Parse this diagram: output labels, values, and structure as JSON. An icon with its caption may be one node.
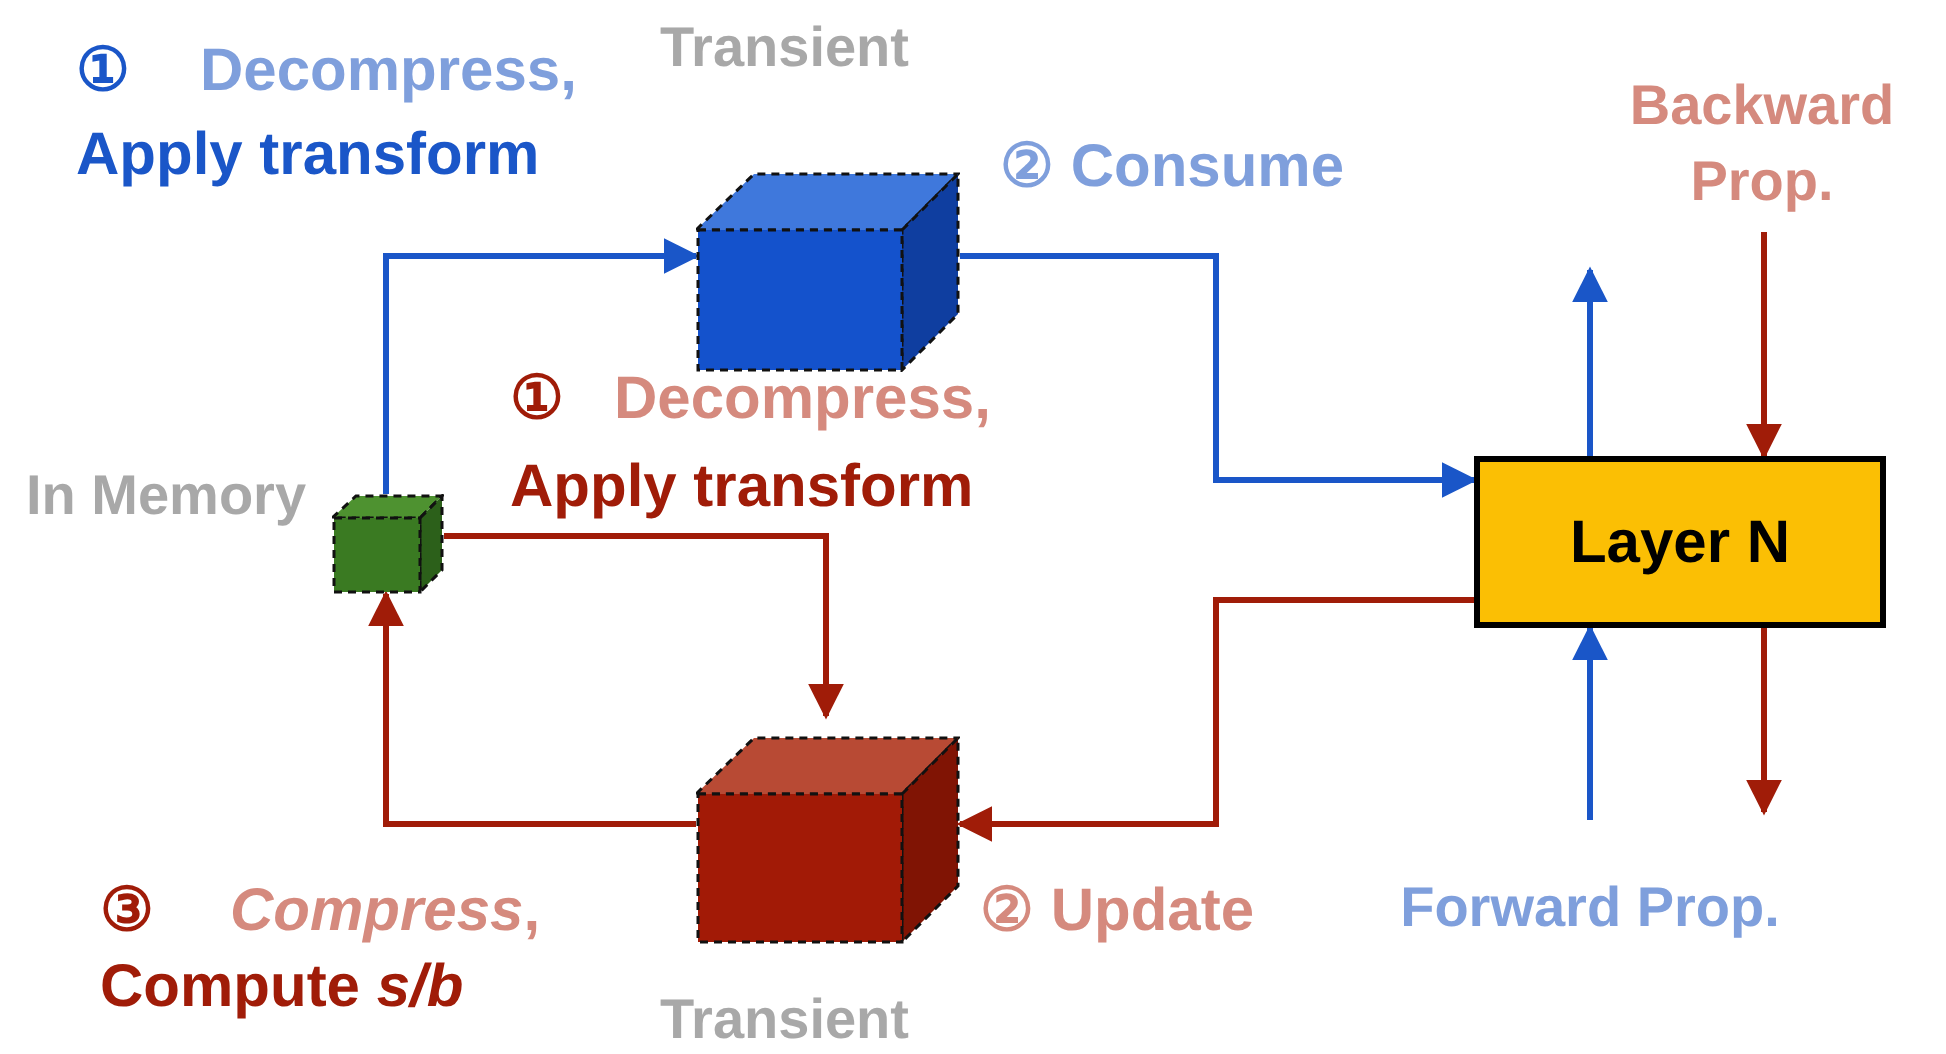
{
  "diagram": {
    "nodes": [
      {
        "text": [],
        "shape": "cube",
        "beside": [
          "In Memory"
        ]
      },
      {
        "text": [],
        "shape": "cube",
        "beside": [
          "Transient"
        ]
      },
      {
        "text": [],
        "shape": "cube",
        "beside": [
          "Transient"
        ]
      },
      {
        "text": [
          "Layer N"
        ]
      },
      {
        "text": [
          "Backward Prop."
        ]
      },
      {
        "text": [
          "Forward Prop."
        ]
      }
    ],
    "edges": [
      {
        "from": 0,
        "to": 1,
        "arrow": "to",
        "color": "#1a56c8"
      },
      {
        "from": 1,
        "to": 3,
        "arrow": "to",
        "color": "#1a56c8"
      },
      {
        "from": 0,
        "to": 2,
        "arrow": "to",
        "color": "#a01c08"
      },
      {
        "from": 3,
        "to": 2,
        "arrow": "to",
        "color": "#a01c08"
      },
      {
        "from": 2,
        "to": 0,
        "arrow": "to",
        "color": "#a01c08"
      },
      {
        "from": 3,
        "to": 4,
        "arrow": "to",
        "color": "#1a56c8"
      },
      {
        "from": 4,
        "to": 3,
        "arrow": "to",
        "color": "#a01c08"
      },
      {
        "from": 3,
        "to": 5,
        "arrow": "to",
        "color": "#a01c08"
      },
      {
        "from": 5,
        "to": 3,
        "arrow": "to",
        "color": "#1a56c8"
      }
    ],
    "labels": [
      "①",
      "Decompress,",
      "Apply transform",
      "② Consume",
      "①",
      "Decompress,",
      "Apply transform",
      "③",
      "*Compress*,",
      "Compute *s/b*",
      "② Update"
    ]
  }
}
